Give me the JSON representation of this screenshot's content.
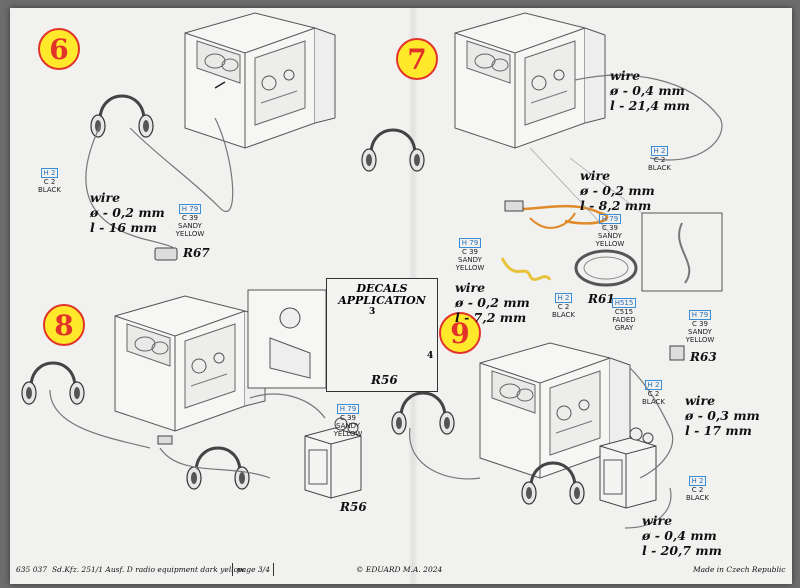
{
  "steps": [
    {
      "number": "6"
    },
    {
      "number": "7"
    },
    {
      "number": "8"
    },
    {
      "number": "9"
    }
  ],
  "colors": {
    "step_fill": "#ffe92a",
    "step_ring": "#e2332a",
    "wire_orange": "#e08a2a",
    "wire_yellow": "#e8c23a",
    "paint_box": "#3a8ed8"
  },
  "wires": {
    "s6": {
      "title": "wire",
      "dia": "ø - 0,2 mm",
      "len": "l - 16 mm"
    },
    "s7a": {
      "title": "wire",
      "dia": "ø - 0,4 mm",
      "len": "l - 21,4 mm"
    },
    "s7b": {
      "title": "wire",
      "dia": "ø - 0,2 mm",
      "len": "l - 8,2 mm"
    },
    "s7c": {
      "title": "wire",
      "dia": "ø - 0,2 mm",
      "len": "l - 7,2 mm"
    },
    "s9a": {
      "title": "wire",
      "dia": "ø - 0,3 mm",
      "len": "l - 17 mm"
    },
    "s9b": {
      "title": "wire",
      "dia": "ø - 0,4 mm",
      "len": "l - 20,7 mm"
    }
  },
  "parts": {
    "r67": "R67",
    "r61": "R61",
    "r56_step8": "R56",
    "r63": "R63",
    "r56_decal": "R56"
  },
  "paints": {
    "black": {
      "h": "H 2",
      "c": "C 2",
      "name": "BLACK"
    },
    "sandy": {
      "h": "H 79",
      "c": "C 39",
      "name": "SANDY YELLOW"
    },
    "gray": {
      "h": "H515",
      "c": "C515",
      "name": "FADED GRAY"
    }
  },
  "decals": {
    "title": "DECALS APPLICATION",
    "num3": "3",
    "num4": "4",
    "part": "R56"
  },
  "footer": {
    "code": "635 037",
    "title": "Sd.Kfz. 251/1 Ausf. D radio equipment dark yellow",
    "page": "page 3/4",
    "copyright": "© EDUARD  M.A. 2024",
    "made": "Made in Czech Republic"
  }
}
